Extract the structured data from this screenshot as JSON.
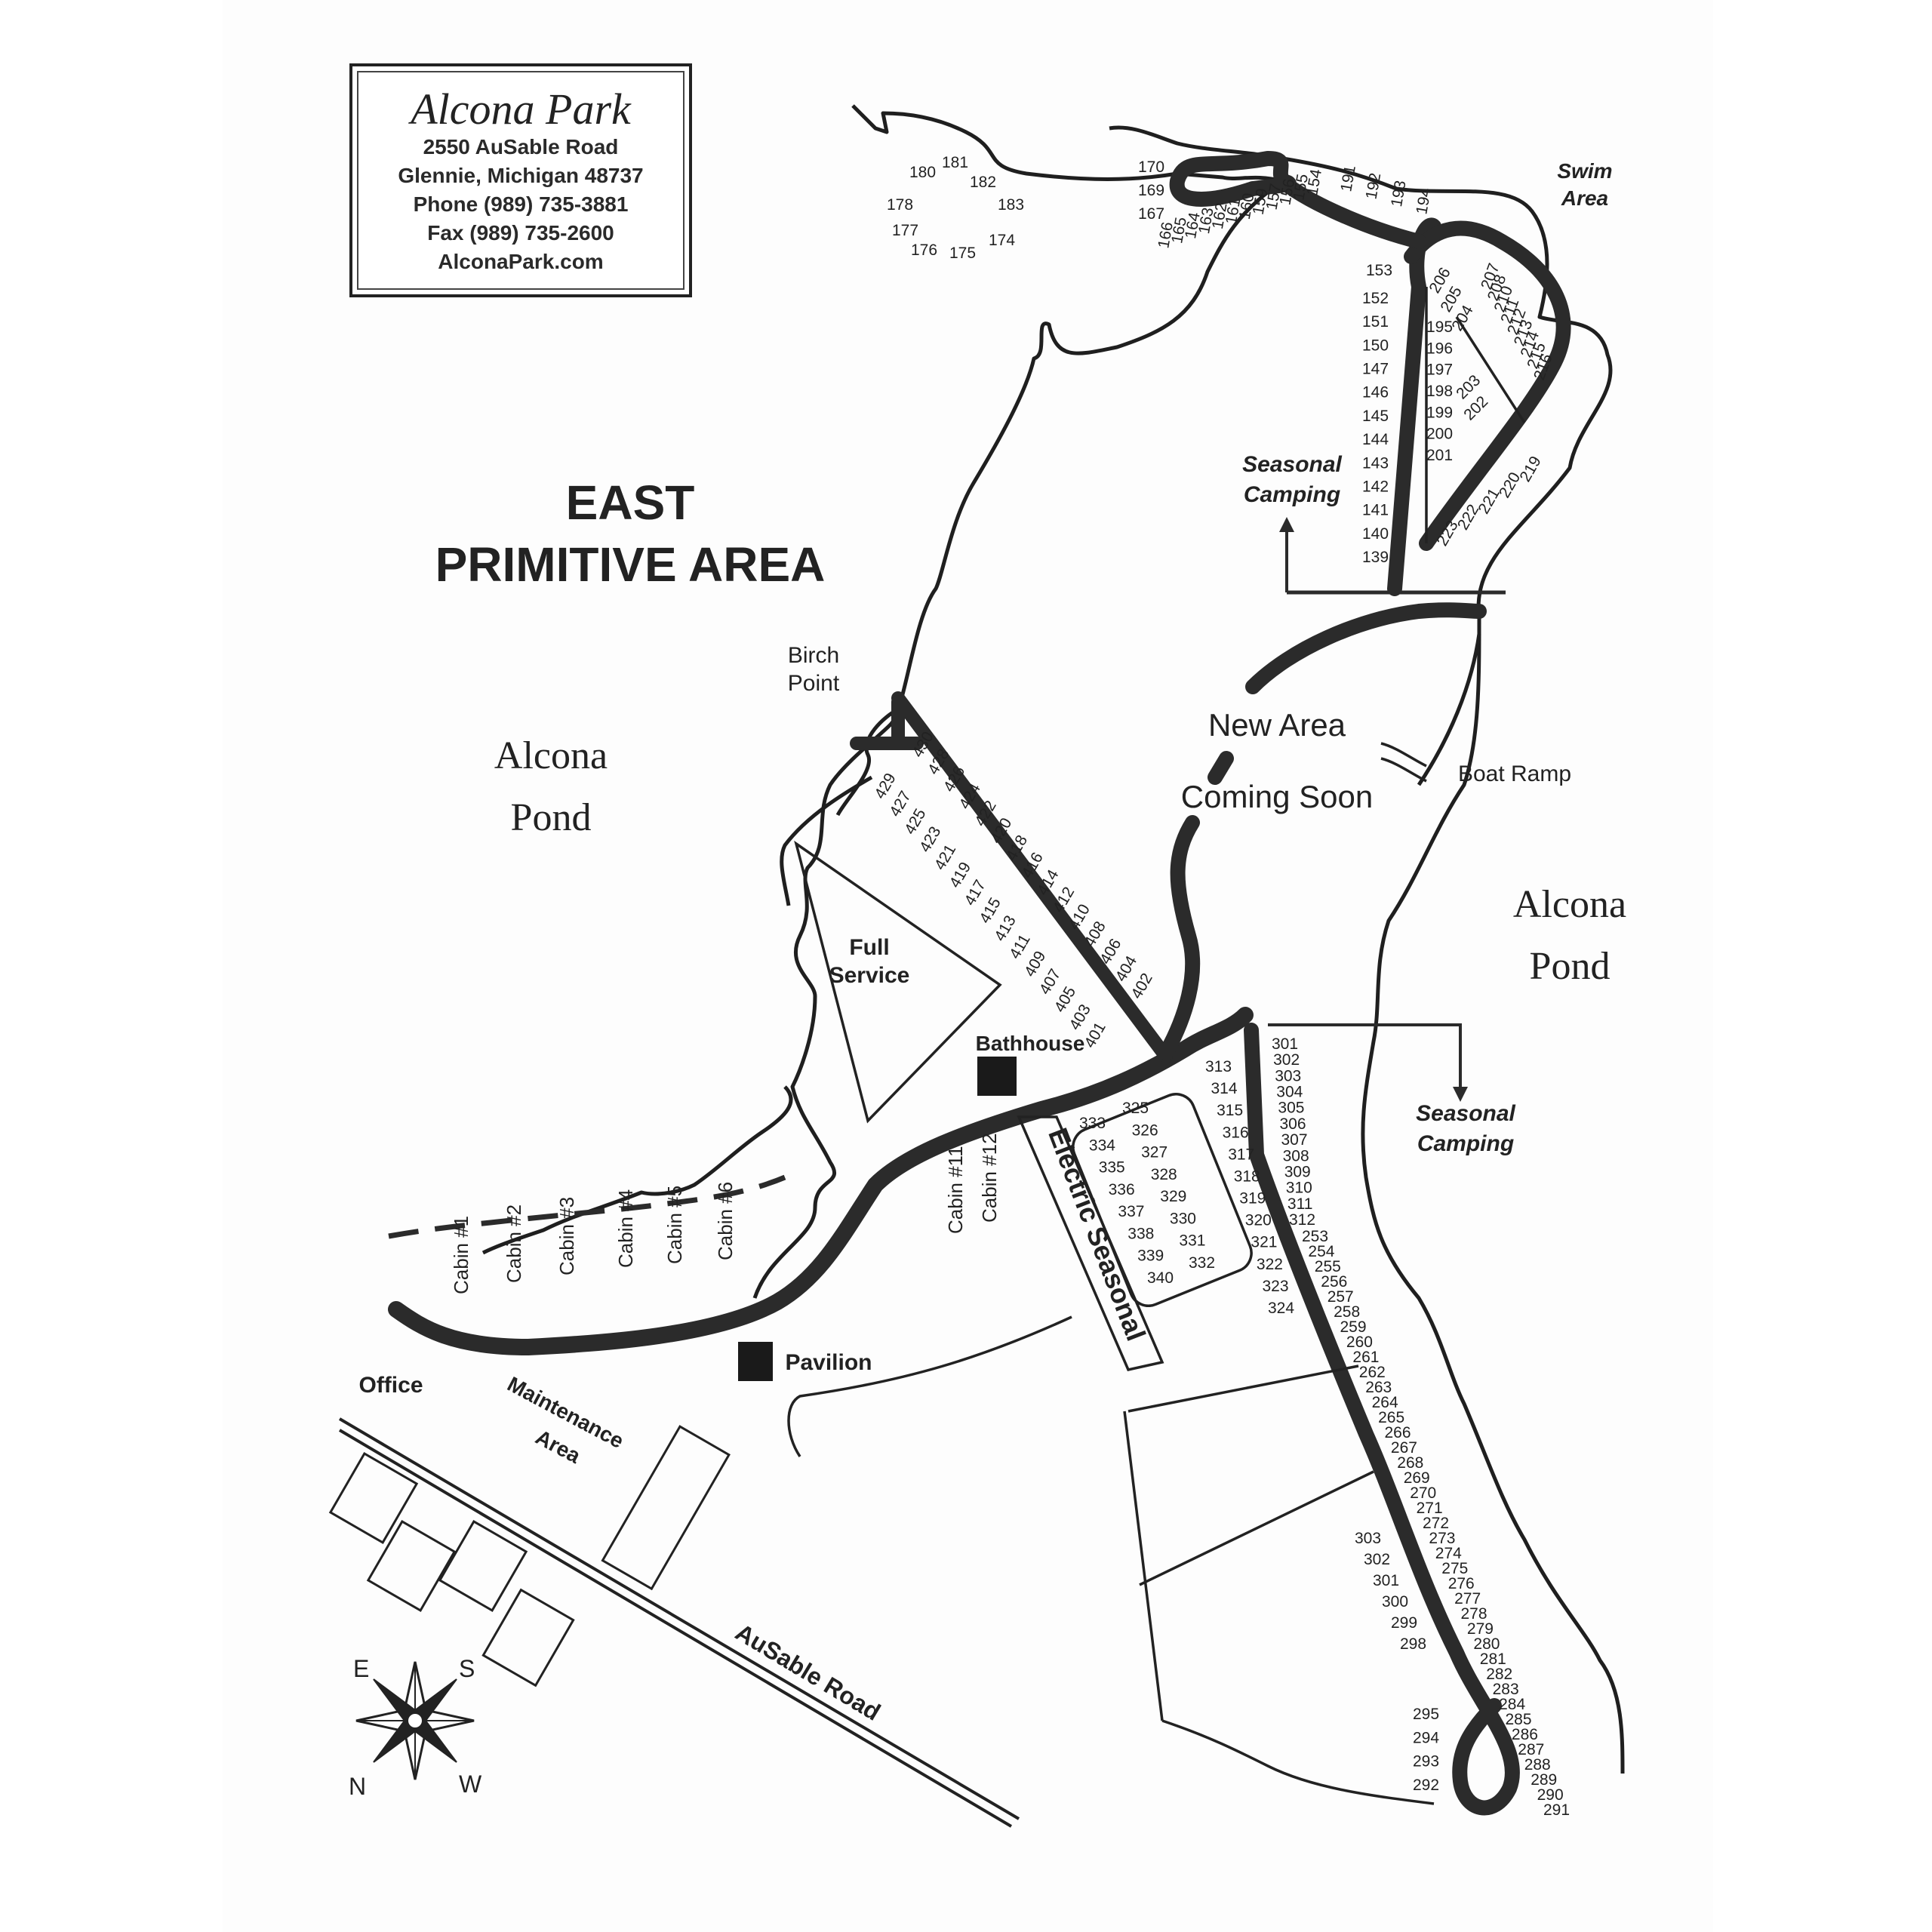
{
  "header": {
    "park_name": "Alcona Park",
    "address": "2550 AuSable Road",
    "city": "Glennie, Michigan 48737",
    "phone": "Phone (989) 735-3881",
    "fax": "Fax (989) 735-2600",
    "website": "AlconaPark.com"
  },
  "area_title": [
    "EAST",
    "PRIMITIVE AREA"
  ],
  "labels": {
    "birch_point": [
      "Birch",
      "Point"
    ],
    "alcona_pond_west": [
      "Alcona",
      "Pond"
    ],
    "alcona_pond_east": [
      "Alcona",
      "Pond"
    ],
    "swim_area": [
      "Swim",
      "Area"
    ],
    "seasonal_camping_north": [
      "Seasonal",
      "Camping"
    ],
    "seasonal_camping_south": [
      "Seasonal",
      "Camping"
    ],
    "new_area": [
      "New Area",
      "Coming Soon"
    ],
    "boat_ramp": "Boat Ramp",
    "full_service": [
      "Full",
      "Service"
    ],
    "bathhouse": "Bathhouse",
    "pavilion": "Pavilion",
    "office": "Office",
    "maintenance_area": [
      "Maintenance",
      "Area"
    ],
    "ausable_road": "AuSable Road",
    "electric_seasonal": "Electric Seasonal"
  },
  "cabins": [
    "Cabin #1",
    "Cabin #2",
    "Cabin #3",
    "Cabin #4",
    "Cabin #5",
    "Cabin #6",
    "Cabin #11",
    "Cabin #12"
  ],
  "compass": {
    "top_left": "E",
    "top_right": "S",
    "bottom_left": "N",
    "bottom_right": "W"
  },
  "sites": {
    "loop_180": [
      "180",
      "181",
      "182",
      "183",
      "178",
      "177",
      "176",
      "175",
      "174"
    ],
    "loop_170": [
      "170",
      "169",
      "167",
      "166",
      "165",
      "164",
      "163",
      "162",
      "161",
      "160",
      "159",
      "157",
      "156",
      "155",
      "154",
      "153",
      "191",
      "192",
      "193",
      "194"
    ],
    "north_column_west": [
      "152",
      "151",
      "150",
      "147",
      "146",
      "145",
      "144",
      "143",
      "142",
      "141",
      "140",
      "139"
    ],
    "north_column_inner": [
      "195",
      "196",
      "197",
      "198",
      "199",
      "200",
      "201"
    ],
    "north_loop_inner": [
      "206",
      "205",
      "204",
      "207",
      "208",
      "210",
      "211",
      "212",
      "213",
      "214",
      "215",
      "216",
      "203",
      "202"
    ],
    "north_loop_lower": [
      "219",
      "220",
      "221",
      "222",
      "223"
    ],
    "diagonal_west": [
      "429",
      "427",
      "425",
      "423",
      "421",
      "419",
      "417",
      "415",
      "413",
      "411",
      "409",
      "407",
      "405",
      "403",
      "401"
    ],
    "diagonal_east": [
      "430",
      "428",
      "426",
      "424",
      "422",
      "420",
      "418",
      "416",
      "414",
      "412",
      "410",
      "408",
      "406",
      "404",
      "402"
    ],
    "block_300_left": [
      "313",
      "314",
      "315",
      "316",
      "317",
      "318",
      "319",
      "320",
      "321",
      "322",
      "323",
      "324"
    ],
    "block_300_right": [
      "301",
      "302",
      "303",
      "304",
      "305",
      "306",
      "307",
      "308",
      "309",
      "310",
      "311",
      "312"
    ],
    "block_330_left": [
      "333",
      "334",
      "335",
      "336",
      "337",
      "338",
      "339",
      "340"
    ],
    "block_330_right": [
      "325",
      "326",
      "327",
      "328",
      "329",
      "330",
      "331",
      "332"
    ],
    "south_east_column": [
      "253",
      "254",
      "255",
      "256",
      "257",
      "258",
      "259",
      "260",
      "261",
      "262",
      "263",
      "264",
      "265",
      "266",
      "267",
      "268",
      "269",
      "270",
      "271",
      "272",
      "273",
      "274",
      "275",
      "276",
      "277",
      "278",
      "279",
      "280",
      "281",
      "282",
      "283",
      "284",
      "285",
      "286",
      "287",
      "288",
      "289",
      "290",
      "291"
    ],
    "south_west_column": [
      "303",
      "302",
      "301",
      "300",
      "299",
      "298"
    ],
    "south_loop_west": [
      "295",
      "294",
      "293",
      "292"
    ]
  }
}
